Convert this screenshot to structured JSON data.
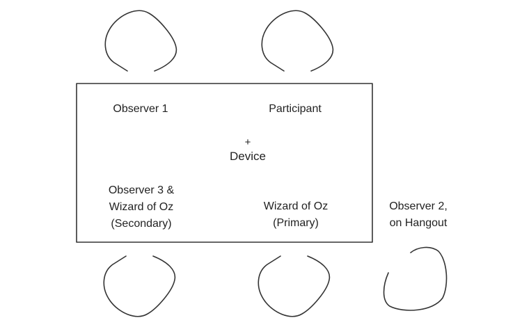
{
  "labels": {
    "observer1": "Observer 1",
    "participant": "Participant",
    "device_marker": "+",
    "device": "Device",
    "observer3": [
      "Observer 3 &",
      "Wizard of Oz",
      "(Secondary)"
    ],
    "wizard_primary": [
      "Wizard of Oz",
      "(Primary)"
    ],
    "observer2": [
      "Observer 2,",
      "on Hangout"
    ]
  },
  "colors": {
    "stroke": "#333333",
    "text": "#222222",
    "background": "#ffffff"
  }
}
